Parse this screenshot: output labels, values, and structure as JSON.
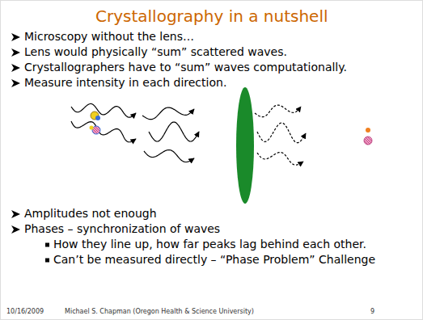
{
  "diagram": {
    "title": "Crystallography in a nutshell",
    "labels": [
      "Microscopy without the lens…",
      "Lens would physically “sum” scattered waves.",
      "Crystallographers have to “sum” waves computationally.",
      "Measure intensity in each direction.",
      "Amplitudes not enough",
      "Phases – synchronization of waves",
      "How they line up, how far peaks lag behind each other.",
      "Can’t be measured directly – “Phase Problem” Challenge",
      "10/16/2009",
      "Michael S. Chapman (Oregon Health & Science University)",
      "9"
    ]
  }
}
